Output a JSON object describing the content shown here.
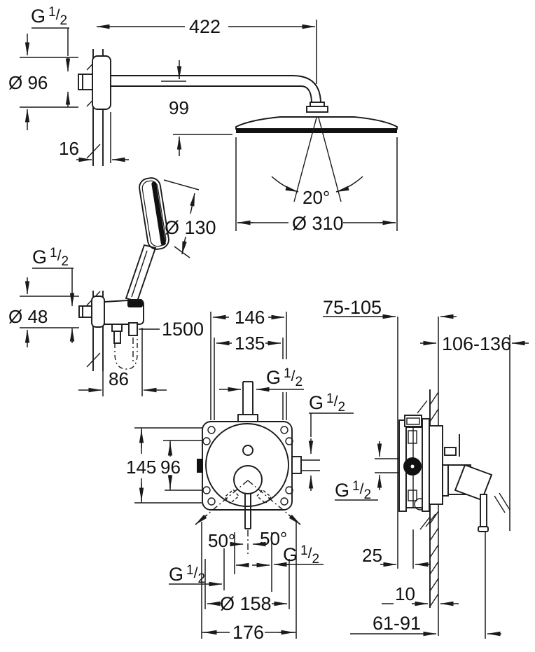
{
  "drawing": {
    "title": "Shower system installation dimensional drawing",
    "units": "mm",
    "line_color": "#1a1a1a",
    "background": "#ffffff"
  },
  "thread": {
    "prefix": "G",
    "numerator": "1",
    "slash": "/",
    "denominator": "2"
  },
  "dims": {
    "arm_length": "422",
    "head_offset": "99",
    "flange_depth": "16",
    "wall_flange_diameter": "Ø 96",
    "spray_angle": "20°",
    "head_diameter": "Ø 310",
    "hand_shower_diameter": "Ø 130",
    "holder_flange_diameter": "Ø 48",
    "hose_length": "1500",
    "holder_depth": "86",
    "mount_width_outer": "146",
    "mount_width_inner": "135",
    "mount_height_outer": "145",
    "mount_height_inner": "96",
    "outlet_angle_left": "50°",
    "outlet_angle_right": "50°",
    "connection_circle": "Ø 158",
    "plate_width": "176",
    "rough_in_depth_range": "75-105",
    "trim_depth_range": "106-136",
    "box_edge_distance": "25",
    "wall_finish_thickness": "10",
    "handle_projection_range": "61-91"
  }
}
